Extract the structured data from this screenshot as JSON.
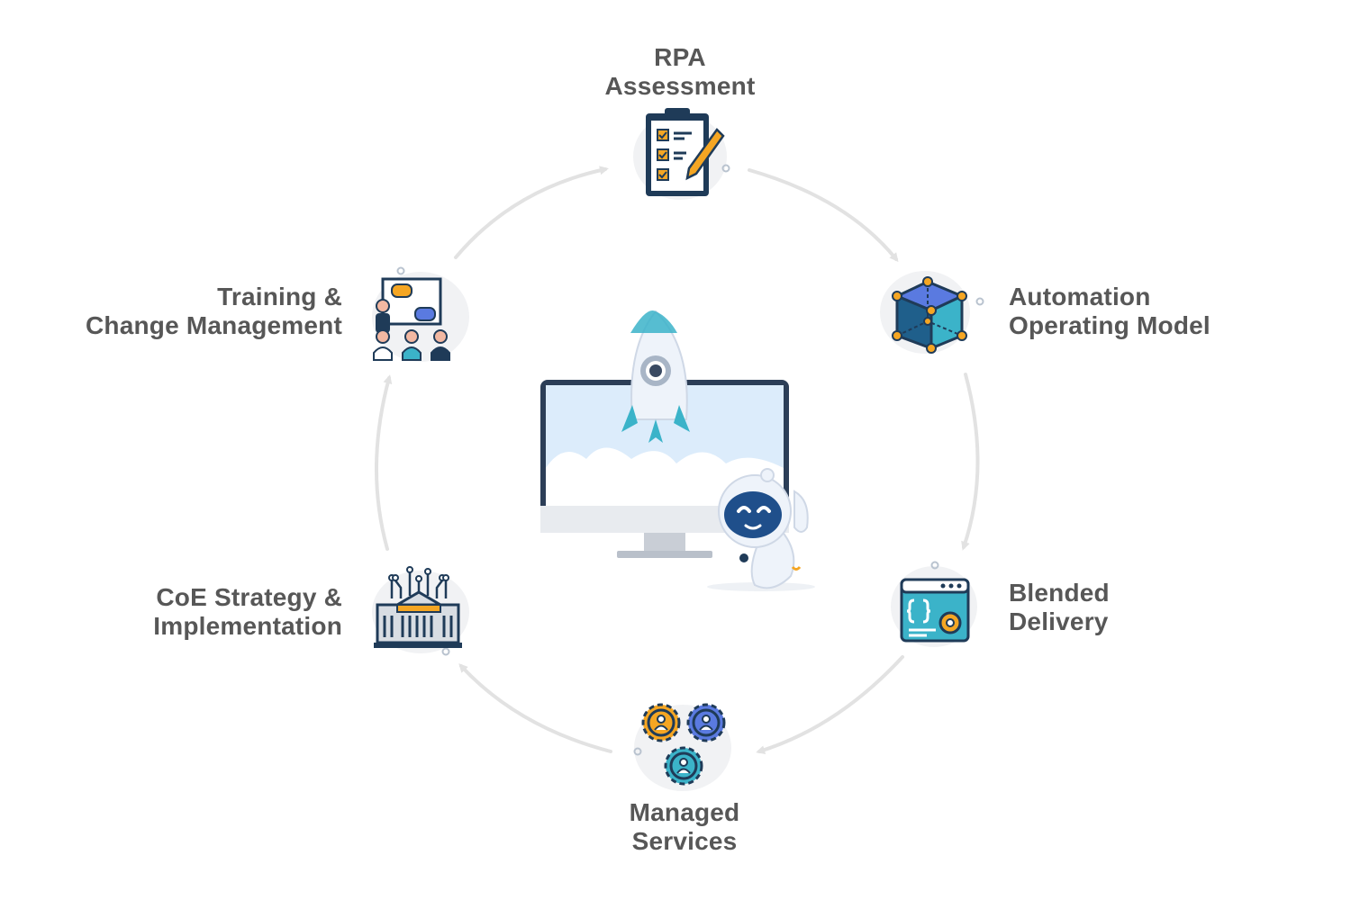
{
  "steps": {
    "rpa": {
      "line1": "RPA",
      "line2": "Assessment",
      "icon": "clipboard-checklist-icon"
    },
    "automation": {
      "line1": "Automation",
      "line2": "Operating Model",
      "icon": "cube-network-icon"
    },
    "blended": {
      "line1": "Blended",
      "line2": "Delivery",
      "icon": "code-window-gear-icon"
    },
    "managed": {
      "line1": "Managed",
      "line2": "Services",
      "icon": "people-gears-icon"
    },
    "coe": {
      "line1": "CoE Strategy &",
      "line2": "Implementation",
      "icon": "institution-circuit-icon"
    },
    "training": {
      "line1": "Training &",
      "line2": "Change Management",
      "icon": "presentation-audience-icon"
    }
  },
  "center": {
    "illustration": "rocket-launch-monitor-with-robot"
  },
  "colors": {
    "text": "#575757",
    "arrow": "#e2e2e2",
    "navy": "#1f3b58",
    "teal": "#3bb3c9",
    "orange": "#f5a623"
  }
}
